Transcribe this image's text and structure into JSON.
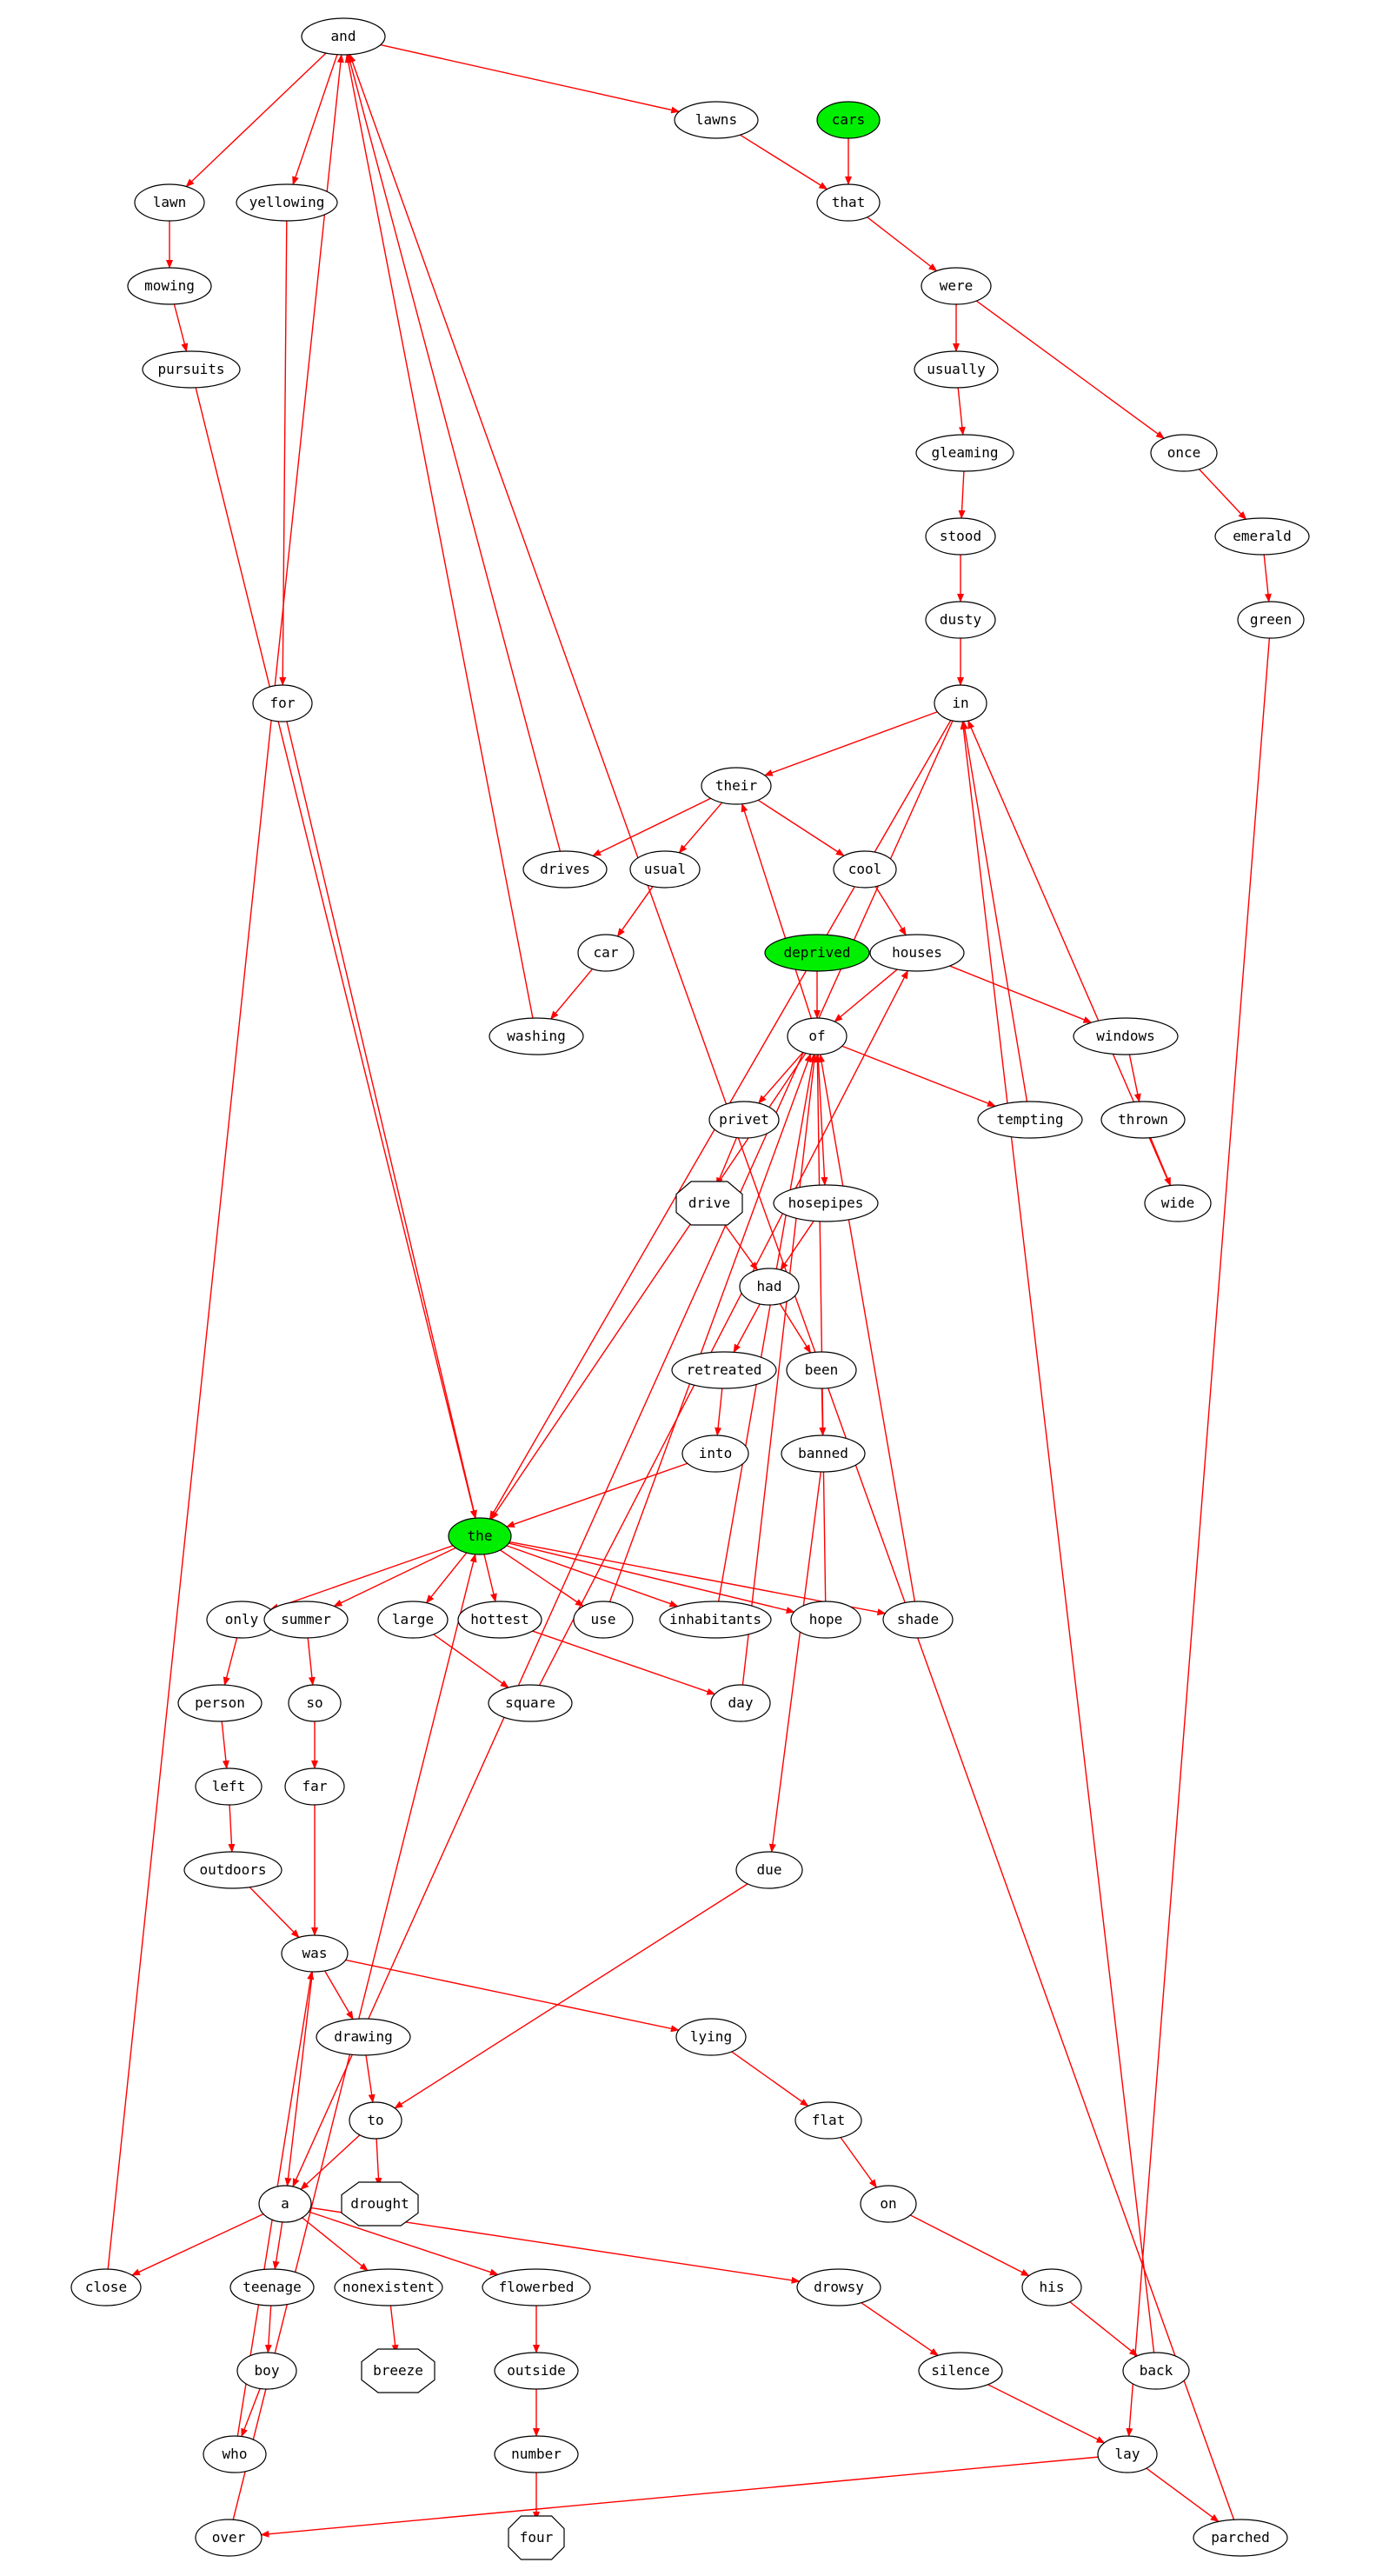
{
  "colors": {
    "edge": "#ff0000",
    "node_stroke": "#000000",
    "node_fill": "#ffffff",
    "highlight_fill": "#00ee00"
  },
  "nodes": [
    {
      "id": "and",
      "label": "and"
    },
    {
      "id": "lawns",
      "label": "lawns"
    },
    {
      "id": "cars",
      "label": "cars",
      "highlight": true
    },
    {
      "id": "lawn",
      "label": "lawn"
    },
    {
      "id": "yellowing",
      "label": "yellowing"
    },
    {
      "id": "that",
      "label": "that"
    },
    {
      "id": "mowing",
      "label": "mowing"
    },
    {
      "id": "were",
      "label": "were"
    },
    {
      "id": "pursuits",
      "label": "pursuits"
    },
    {
      "id": "usually",
      "label": "usually"
    },
    {
      "id": "gleaming",
      "label": "gleaming"
    },
    {
      "id": "once",
      "label": "once"
    },
    {
      "id": "stood",
      "label": "stood"
    },
    {
      "id": "emerald",
      "label": "emerald"
    },
    {
      "id": "dusty",
      "label": "dusty"
    },
    {
      "id": "green",
      "label": "green"
    },
    {
      "id": "for",
      "label": "for"
    },
    {
      "id": "in",
      "label": "in"
    },
    {
      "id": "their",
      "label": "their"
    },
    {
      "id": "drives",
      "label": "drives"
    },
    {
      "id": "usual",
      "label": "usual"
    },
    {
      "id": "cool",
      "label": "cool"
    },
    {
      "id": "deprived",
      "label": "deprived",
      "highlight": true
    },
    {
      "id": "car",
      "label": "car"
    },
    {
      "id": "houses",
      "label": "houses"
    },
    {
      "id": "washing",
      "label": "washing"
    },
    {
      "id": "of",
      "label": "of"
    },
    {
      "id": "windows",
      "label": "windows"
    },
    {
      "id": "privet",
      "label": "privet"
    },
    {
      "id": "tempting",
      "label": "tempting"
    },
    {
      "id": "thrown",
      "label": "thrown"
    },
    {
      "id": "drive",
      "label": "drive",
      "shape": "octagon"
    },
    {
      "id": "hosepipes",
      "label": "hosepipes"
    },
    {
      "id": "wide",
      "label": "wide"
    },
    {
      "id": "had",
      "label": "had"
    },
    {
      "id": "retreated",
      "label": "retreated"
    },
    {
      "id": "been",
      "label": "been"
    },
    {
      "id": "into",
      "label": "into"
    },
    {
      "id": "banned",
      "label": "banned"
    },
    {
      "id": "the",
      "label": "the",
      "highlight": true
    },
    {
      "id": "only",
      "label": "only"
    },
    {
      "id": "summer",
      "label": "summer"
    },
    {
      "id": "large",
      "label": "large"
    },
    {
      "id": "hottest",
      "label": "hottest"
    },
    {
      "id": "use",
      "label": "use"
    },
    {
      "id": "inhabitants",
      "label": "inhabitants"
    },
    {
      "id": "hope",
      "label": "hope"
    },
    {
      "id": "shade",
      "label": "shade"
    },
    {
      "id": "person",
      "label": "person"
    },
    {
      "id": "so",
      "label": "so"
    },
    {
      "id": "square",
      "label": "square"
    },
    {
      "id": "day",
      "label": "day"
    },
    {
      "id": "left",
      "label": "left"
    },
    {
      "id": "far",
      "label": "far"
    },
    {
      "id": "outdoors",
      "label": "outdoors"
    },
    {
      "id": "due",
      "label": "due"
    },
    {
      "id": "was",
      "label": "was"
    },
    {
      "id": "drawing",
      "label": "drawing"
    },
    {
      "id": "lying",
      "label": "lying"
    },
    {
      "id": "to",
      "label": "to"
    },
    {
      "id": "flat",
      "label": "flat"
    },
    {
      "id": "a",
      "label": "a"
    },
    {
      "id": "drought",
      "label": "drought",
      "shape": "octagon"
    },
    {
      "id": "on",
      "label": "on"
    },
    {
      "id": "close",
      "label": "close"
    },
    {
      "id": "teenage",
      "label": "teenage"
    },
    {
      "id": "nonexistent",
      "label": "nonexistent"
    },
    {
      "id": "flowerbed",
      "label": "flowerbed"
    },
    {
      "id": "drowsy",
      "label": "drowsy"
    },
    {
      "id": "his",
      "label": "his"
    },
    {
      "id": "boy",
      "label": "boy"
    },
    {
      "id": "breeze",
      "label": "breeze",
      "shape": "octagon"
    },
    {
      "id": "outside",
      "label": "outside"
    },
    {
      "id": "silence",
      "label": "silence"
    },
    {
      "id": "back",
      "label": "back"
    },
    {
      "id": "who",
      "label": "who"
    },
    {
      "id": "number",
      "label": "number"
    },
    {
      "id": "lay",
      "label": "lay"
    },
    {
      "id": "over",
      "label": "over"
    },
    {
      "id": "four",
      "label": "four",
      "shape": "octagon"
    },
    {
      "id": "parched",
      "label": "parched"
    }
  ],
  "edges": [
    [
      "and",
      "lawns"
    ],
    [
      "and",
      "lawn"
    ],
    [
      "and",
      "yellowing"
    ],
    [
      "lawns",
      "that"
    ],
    [
      "cars",
      "that"
    ],
    [
      "lawn",
      "mowing"
    ],
    [
      "mowing",
      "pursuits"
    ],
    [
      "that",
      "were"
    ],
    [
      "were",
      "usually"
    ],
    [
      "were",
      "once"
    ],
    [
      "usually",
      "gleaming"
    ],
    [
      "gleaming",
      "stood"
    ],
    [
      "stood",
      "dusty"
    ],
    [
      "dusty",
      "in"
    ],
    [
      "once",
      "emerald"
    ],
    [
      "emerald",
      "green"
    ],
    [
      "yellowing",
      "for"
    ],
    [
      "for",
      "the"
    ],
    [
      "pursuits",
      "the"
    ],
    [
      "in",
      "their"
    ],
    [
      "in",
      "the"
    ],
    [
      "in",
      "a"
    ],
    [
      "their",
      "drives"
    ],
    [
      "their",
      "usual"
    ],
    [
      "their",
      "cool"
    ],
    [
      "drives",
      "and"
    ],
    [
      "usual",
      "car"
    ],
    [
      "car",
      "washing"
    ],
    [
      "washing",
      "and"
    ],
    [
      "cool",
      "houses"
    ],
    [
      "houses",
      "of"
    ],
    [
      "houses",
      "windows"
    ],
    [
      "deprived",
      "of"
    ],
    [
      "of",
      "their"
    ],
    [
      "of",
      "privet"
    ],
    [
      "of",
      "hosepipes"
    ],
    [
      "of",
      "tempting"
    ],
    [
      "of",
      "the"
    ],
    [
      "windows",
      "thrown"
    ],
    [
      "thrown",
      "wide"
    ],
    [
      "wide",
      "in"
    ],
    [
      "tempting",
      "in"
    ],
    [
      "privet",
      "drive"
    ],
    [
      "drive",
      "had"
    ],
    [
      "hosepipes",
      "had"
    ],
    [
      "had",
      "retreated"
    ],
    [
      "had",
      "been"
    ],
    [
      "retreated",
      "into"
    ],
    [
      "into",
      "the"
    ],
    [
      "been",
      "banned"
    ],
    [
      "banned",
      "due"
    ],
    [
      "the",
      "only"
    ],
    [
      "the",
      "summer"
    ],
    [
      "the",
      "large"
    ],
    [
      "the",
      "hottest"
    ],
    [
      "the",
      "use"
    ],
    [
      "the",
      "inhabitants"
    ],
    [
      "the",
      "hope"
    ],
    [
      "the",
      "shade"
    ],
    [
      "use",
      "of"
    ],
    [
      "inhabitants",
      "of"
    ],
    [
      "hope",
      "of"
    ],
    [
      "shade",
      "of"
    ],
    [
      "only",
      "person"
    ],
    [
      "person",
      "left"
    ],
    [
      "left",
      "outdoors"
    ],
    [
      "outdoors",
      "was"
    ],
    [
      "summer",
      "so"
    ],
    [
      "so",
      "far"
    ],
    [
      "far",
      "was"
    ],
    [
      "large",
      "square"
    ],
    [
      "hottest",
      "day"
    ],
    [
      "square",
      "houses"
    ],
    [
      "day",
      "of"
    ],
    [
      "due",
      "to"
    ],
    [
      "was",
      "drawing"
    ],
    [
      "was",
      "lying"
    ],
    [
      "was",
      "a"
    ],
    [
      "drawing",
      "to"
    ],
    [
      "to",
      "a"
    ],
    [
      "to",
      "drought"
    ],
    [
      "lying",
      "flat"
    ],
    [
      "flat",
      "on"
    ],
    [
      "on",
      "his"
    ],
    [
      "his",
      "back"
    ],
    [
      "back",
      "in"
    ],
    [
      "a",
      "close"
    ],
    [
      "a",
      "teenage"
    ],
    [
      "a",
      "nonexistent"
    ],
    [
      "a",
      "flowerbed"
    ],
    [
      "a",
      "drowsy"
    ],
    [
      "close",
      "and"
    ],
    [
      "teenage",
      "boy"
    ],
    [
      "boy",
      "who"
    ],
    [
      "who",
      "was"
    ],
    [
      "nonexistent",
      "breeze"
    ],
    [
      "flowerbed",
      "outside"
    ],
    [
      "outside",
      "number"
    ],
    [
      "number",
      "four"
    ],
    [
      "drowsy",
      "silence"
    ],
    [
      "silence",
      "lay"
    ],
    [
      "green",
      "lay"
    ],
    [
      "lay",
      "over"
    ],
    [
      "lay",
      "parched"
    ],
    [
      "over",
      "the"
    ],
    [
      "parched",
      "and"
    ]
  ]
}
